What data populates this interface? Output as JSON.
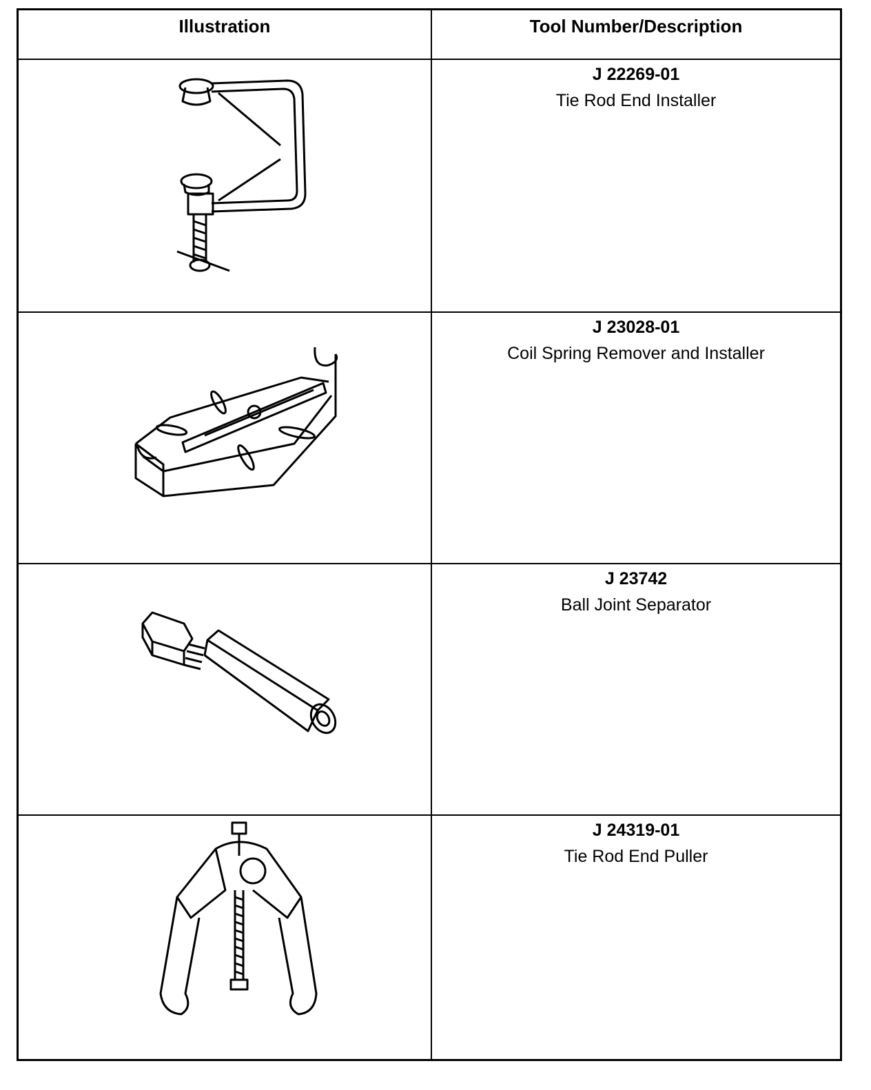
{
  "table": {
    "headers": {
      "illustration": "Illustration",
      "description": "Tool Number/Description"
    },
    "rows": [
      {
        "tool_number": "J 22269-01",
        "description": "Tie Rod End Installer",
        "illustration_icon": "c-clamp-installer-icon"
      },
      {
        "tool_number": "J 23028-01",
        "description": "Coil Spring Remover and Installer",
        "illustration_icon": "spring-plate-icon"
      },
      {
        "tool_number": "J 23742",
        "description": "Ball Joint Separator",
        "illustration_icon": "threaded-separator-icon"
      },
      {
        "tool_number": "J 24319-01",
        "description": "Tie Rod End Puller",
        "illustration_icon": "two-jaw-puller-icon"
      }
    ]
  }
}
